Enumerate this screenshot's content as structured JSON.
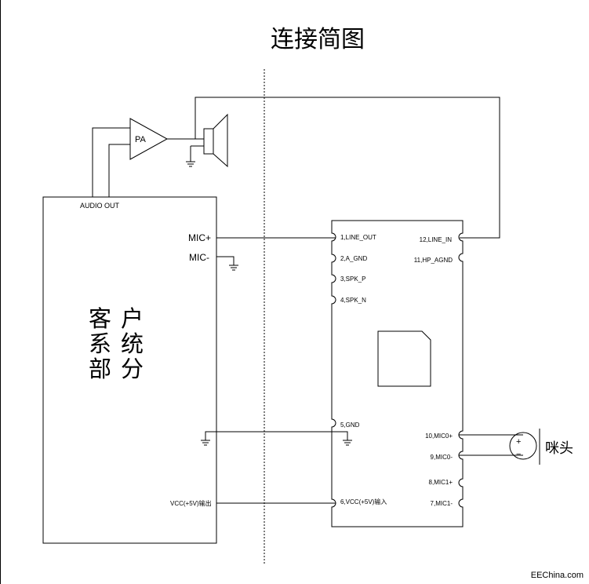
{
  "title": "连接简图",
  "watermark": "EEChina.com",
  "amplifier": {
    "label": "PA"
  },
  "customer_system": {
    "label_chars": [
      "客",
      "户",
      "系",
      "统",
      "部",
      "分"
    ],
    "audio_out": "AUDIO OUT",
    "mic_plus": "MIC+",
    "mic_minus": "MIC-",
    "vcc_out": "VCC(+5V)输出"
  },
  "module": {
    "left_pins": [
      "1,LINE_OUT",
      "2,A_GND",
      "3,SPK_P",
      "4,SPK_N",
      "5,GND",
      "6,VCC(+5V)输入"
    ],
    "right_pins": [
      "12,LINE_IN",
      "11,HP_AGND",
      "10,MIC0+",
      "9,MIC0-",
      "8,MIC1+",
      "7,MIC1-"
    ]
  },
  "microphone": {
    "label": "咪头",
    "plus": "+",
    "minus": "−"
  }
}
